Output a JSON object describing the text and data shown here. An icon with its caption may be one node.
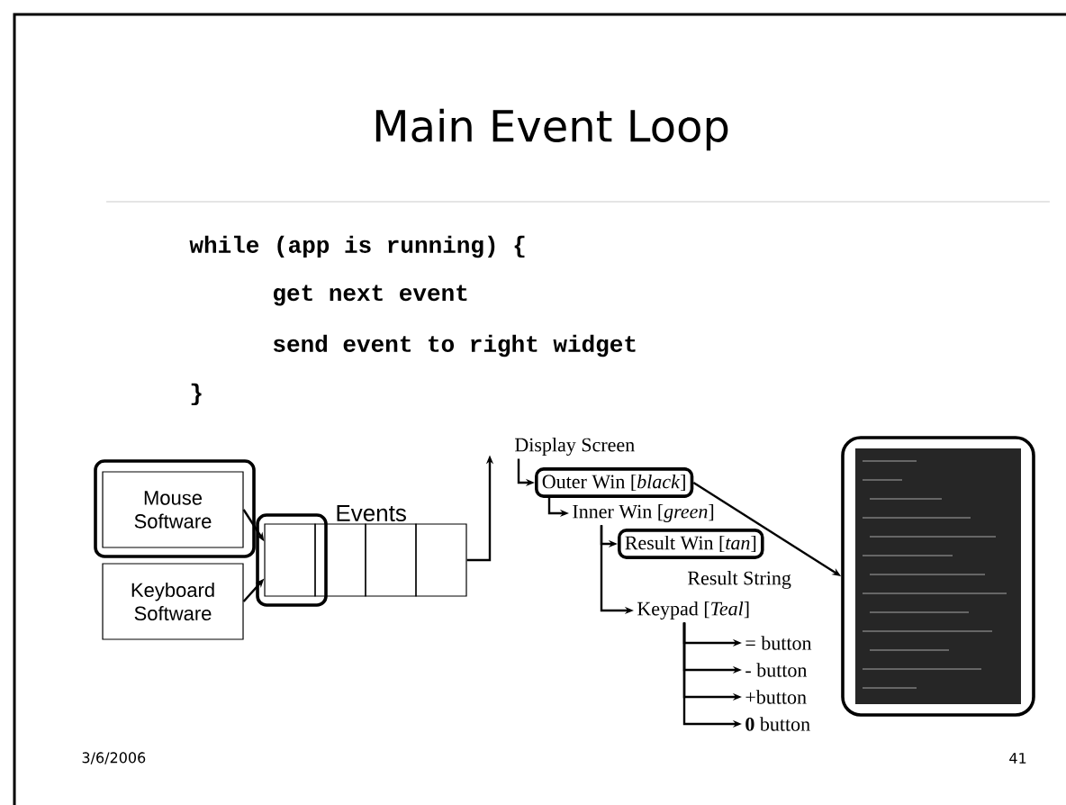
{
  "diagram": {
    "title": "Main Event Loop",
    "nodes": [
      {
        "text": [
          "Mouse Software"
        ]
      },
      {
        "text": [
          "Keyboard Software"
        ]
      },
      {
        "text": [],
        "shape": "box"
      },
      {
        "text": [],
        "shape": "box"
      },
      {
        "text": [],
        "shape": "box"
      },
      {
        "text": [],
        "shape": "box"
      },
      {
        "text": [
          "Display Screen"
        ]
      },
      {
        "text": [
          "Outer Win [*black*]"
        ]
      },
      {
        "text": [
          "Inner Win [*green*]"
        ]
      },
      {
        "text": [
          "Result Win [*tan*]"
        ]
      },
      {
        "text": [
          "Result String"
        ]
      },
      {
        "text": [
          "Keypad [*Teal*]"
        ]
      },
      {
        "text": [
          "= button"
        ]
      },
      {
        "text": [
          "- button"
        ]
      },
      {
        "text": [
          "+button"
        ]
      },
      {
        "text": [
          "**0** button"
        ]
      },
      {
        "text": [],
        "shape": "picture"
      }
    ],
    "edges": [
      {
        "from": 0,
        "to": 2,
        "arrow": "to"
      },
      {
        "from": 1,
        "to": 2,
        "arrow": "to"
      },
      {
        "from": 5,
        "to": 6,
        "arrow": "to"
      },
      {
        "from": 6,
        "to": 7,
        "arrow": "to"
      },
      {
        "from": 7,
        "to": 8,
        "arrow": "to"
      },
      {
        "from": 8,
        "to": 9,
        "arrow": "to"
      },
      {
        "from": 8,
        "to": 11,
        "arrow": "to"
      },
      {
        "from": 11,
        "to": 12,
        "arrow": "to"
      },
      {
        "from": 11,
        "to": 13,
        "arrow": "to"
      },
      {
        "from": 11,
        "to": 14,
        "arrow": "to"
      },
      {
        "from": 11,
        "to": 15,
        "arrow": "to"
      },
      {
        "from": 7,
        "to": 16,
        "arrow": "to"
      }
    ],
    "labels": [
      "while (app is running) {",
      "get next event",
      "send event to right widget",
      "}",
      "Events",
      "3/6/2006",
      "41"
    ]
  }
}
